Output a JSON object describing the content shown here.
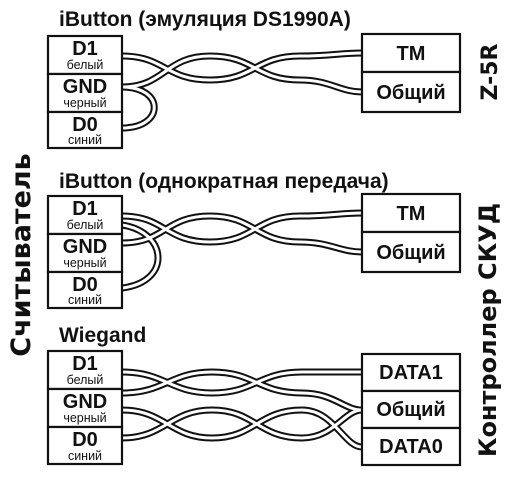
{
  "side_labels": {
    "reader": "Считыватель",
    "controller": "Контроллер СКУД",
    "controller_model": "Z-5R"
  },
  "sections": [
    {
      "title": "iButton (эмуляция DS1990A)",
      "pins": [
        {
          "name": "D1",
          "color": "белый"
        },
        {
          "name": "GND",
          "color": "черный"
        },
        {
          "name": "D0",
          "color": "синий"
        }
      ],
      "terminals": [
        "TM",
        "Общий"
      ]
    },
    {
      "title": "iButton (однократная передача)",
      "pins": [
        {
          "name": "D1",
          "color": "белый"
        },
        {
          "name": "GND",
          "color": "черный"
        },
        {
          "name": "D0",
          "color": "синий"
        }
      ],
      "terminals": [
        "TM",
        "Общий"
      ]
    },
    {
      "title": "Wiegand",
      "pins": [
        {
          "name": "D1",
          "color": "белый"
        },
        {
          "name": "GND",
          "color": "черный"
        },
        {
          "name": "D0",
          "color": "синий"
        }
      ],
      "terminals": [
        "DATA1",
        "Общий",
        "DATA0"
      ]
    }
  ]
}
